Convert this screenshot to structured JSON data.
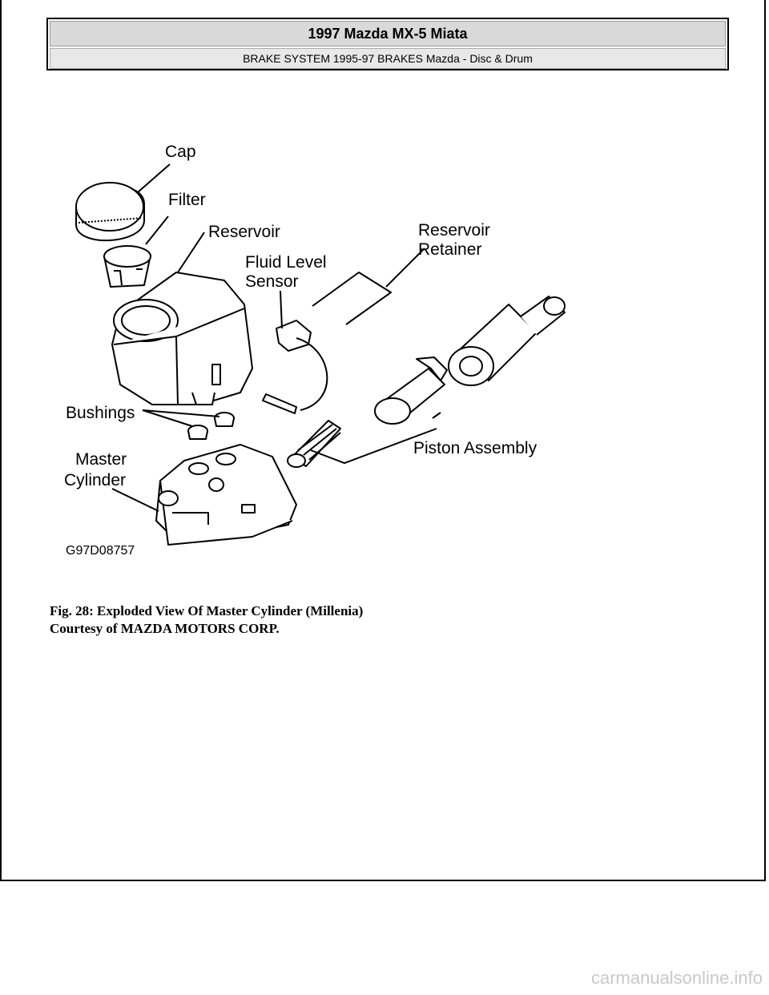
{
  "header": {
    "title": "1997 Mazda MX-5 Miata",
    "subtitle": "BRAKE SYSTEM 1995-97 BRAKES Mazda - Disc & Drum"
  },
  "figure": {
    "labels": {
      "cap": "Cap",
      "filter": "Filter",
      "reservoir": "Reservoir",
      "fluid_level_sensor_line1": "Fluid Level",
      "fluid_level_sensor_line2": "Sensor",
      "reservoir_retainer_line1": "Reservoir",
      "reservoir_retainer_line2": "Retainer",
      "bushings": "Bushings",
      "piston_assembly": "Piston Assembly",
      "master_cylinder_line1": "Master",
      "master_cylinder_line2": "Cylinder",
      "figure_code": "G97D08757"
    }
  },
  "caption": {
    "line1": "Fig. 28: Exploded View Of Master Cylinder (Millenia)",
    "line2": "Courtesy of MAZDA MOTORS CORP."
  },
  "watermark": "carmanualsonline.info"
}
